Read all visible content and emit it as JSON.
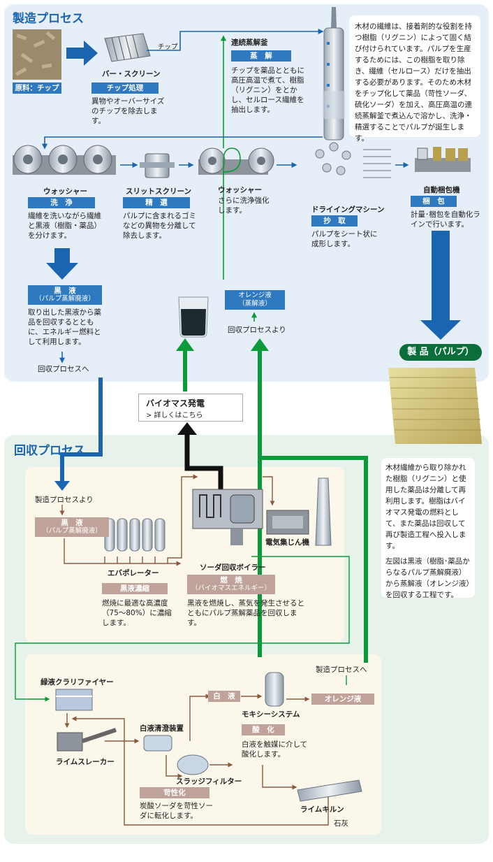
{
  "manufacturing": {
    "title": "製造プロセス",
    "raw_label": "原料：チップ",
    "barscreen_label": "バー・スクリーン",
    "chip_badge": "チップ処理",
    "chip_desc": "異物やオーバーサイズのチップを除去します。",
    "chip_arrow": "チップ",
    "digester_label": "連続蒸解釜",
    "digester_badge": "蒸　解",
    "digester_desc": "チップを薬品とともに高圧高温で煮て、樹脂（リグニン）をとかし、セルロース繊維を抽出します。",
    "intro_text": "木材の繊維は、接着剤的な役割を持つ樹脂（リグニン）によって固く結び付けられています。パルプを生産するためには、この樹脂を取り除き、繊維（セルロース）だけを抽出する必要があります。そのため木材をチップ化して薬品（苛性ソーダ、硫化ソーダ）を加え、高圧高温の連続蒸解釜で煮込んで溶かし、洗浄・精選することでパルプが誕生します。",
    "washer_label": "ウォッシャー",
    "washer_badge": "洗　浄",
    "washer_desc": "繊維を洗いながら繊維と黒液（樹脂・薬品）を分けます。",
    "slit_label": "スリットスクリーン",
    "slit_badge": "精　選",
    "slit_desc": "パルプに含まれるゴミなどの異物を分離して除去します。",
    "washer2_label": "ウォッシャー",
    "washer2_desc": "さらに洗浄強化します。",
    "dry_label": "ドライイングマシーン",
    "dry_badge": "抄　取",
    "dry_desc": "パルプをシート状に成形します。",
    "pack_label": "自動梱包機",
    "pack_badge": "梱　包",
    "pack_desc": "計量･梱包を自動化ラインで行います。",
    "black_badge1": "黒　液",
    "black_badge2": "（パルプ蒸解廃液）",
    "black_desc": "取り出した黒液から薬品を回収するとともに、エネルギー燃料として利用します。",
    "to_recovery": "回収プロセスへ",
    "orange_badge1": "オレンジ液",
    "orange_badge2": "（蒸解液）",
    "from_recovery": "回収プロセスより",
    "product": "製 品（パルプ）",
    "biomass_title": "バイオマス発電",
    "biomass_link": "> 詳しくはこちら"
  },
  "recovery": {
    "title": "回収プロセス",
    "from_mfg": "製造プロセスより",
    "black_badge1": "黒　液",
    "black_badge2": "（パルプ蒸解廃液）",
    "evap_label": "エバポレーター",
    "conc_badge": "黒液濃縮",
    "conc_desc": "燃焼に最適な高濃度（75～80%）に濃縮します。",
    "boiler_label": "ソーダ回収ボイラー",
    "esp_label": "電気集じん機",
    "burn_badge1": "燃　焼",
    "burn_badge2": "（バイオマスエネルギー）",
    "burn_desc": "黒液を燃焼し、蒸気を発生させるとともにパルプ蒸解薬品を回収します。",
    "note_text": "木材繊維から取り除かれた樹脂（リグニン）と使用した薬品は分離して再利用します。樹脂はバイオマス発電の燃料として、また薬品は回収して再び製造工程へ投入します。",
    "note_text2": "左図は黒液（樹脂･薬品からなるパルプ蒸解廃液）から蒸解液（オレンジ液）を回収する工程です。",
    "clarifier_label": "緑液クラリファイヤー",
    "slaker_label": "ライムスレーカー",
    "white_clar_label": "白液清澄装置",
    "white_badge": "白　液",
    "moxy_label": "モキシーシステム",
    "to_mfg": "製造プロセスへ",
    "orange_badge": "オレンジ液",
    "oxid_badge": "酸　化",
    "oxid_desc": "白液を触媒に介して酸化します。",
    "sludge_label": "スラッジフィルター",
    "caustic_badge": "苛性化",
    "caustic_desc": "炭酸ソーダを苛性ソーダに転化します。",
    "kiln_label": "ライムキルン",
    "lime_label": "石灰"
  },
  "colors": {
    "blue": "#1a64b0",
    "badge_blue": "#2e79c0",
    "green": "#0a9a3a",
    "brown": "#8b5a3c",
    "dark_green": "#0a6e3a"
  }
}
